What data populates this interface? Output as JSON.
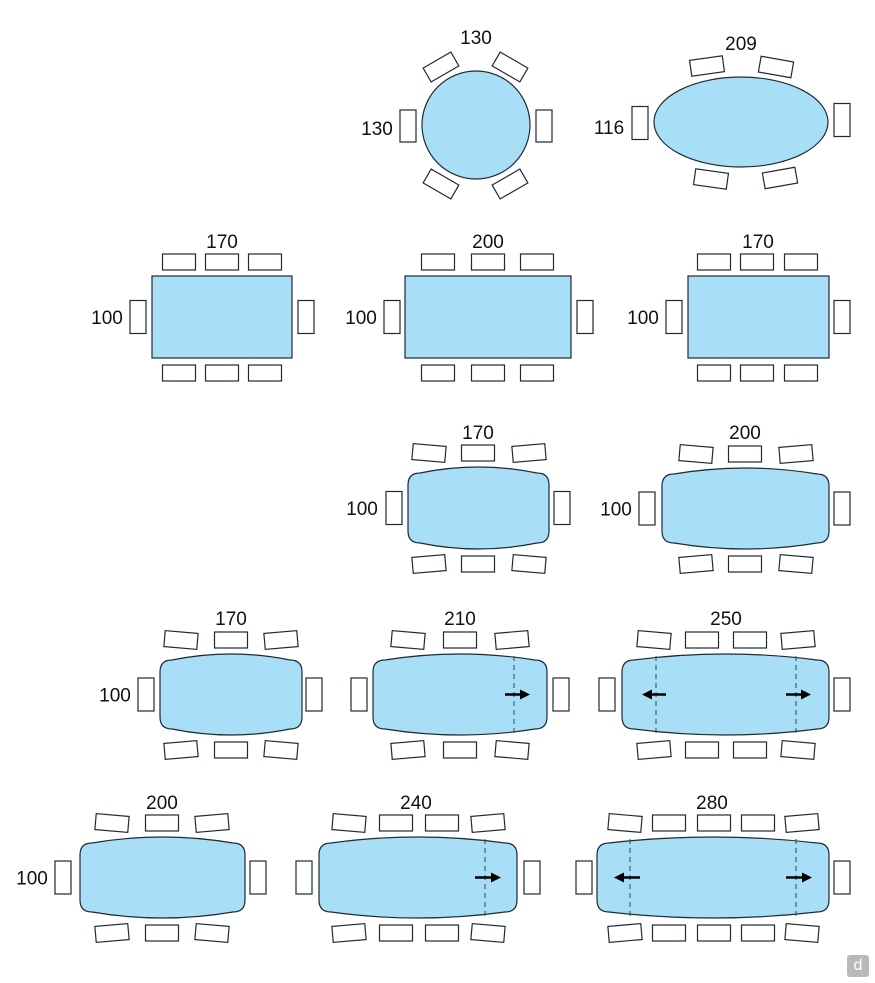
{
  "colors": {
    "table_fill": "#a9def7",
    "stroke": "#1f2a33",
    "chair_fill": "#ffffff"
  },
  "tables": [
    {
      "name": "round-table-130",
      "width_label": "130",
      "depth_label": "130"
    },
    {
      "name": "oval-table-209",
      "width_label": "209",
      "depth_label": "116"
    },
    {
      "name": "rect-table-170-a",
      "width_label": "170",
      "depth_label": "100"
    },
    {
      "name": "rect-table-200",
      "width_label": "200",
      "depth_label": "100"
    },
    {
      "name": "rect-table-170-b",
      "width_label": "170",
      "depth_label": "100"
    },
    {
      "name": "barrel-table-170",
      "width_label": "170",
      "depth_label": "100"
    },
    {
      "name": "barrel-table-200",
      "width_label": "200",
      "depth_label": "100"
    },
    {
      "name": "barrel-table-170-b",
      "width_label": "170",
      "depth_label": "100"
    },
    {
      "name": "extending-table-210",
      "width_label": "210",
      "depth_label": ""
    },
    {
      "name": "extending-table-250",
      "width_label": "250",
      "depth_label": ""
    },
    {
      "name": "barrel-table-200-b",
      "width_label": "200",
      "depth_label": "100"
    },
    {
      "name": "extending-table-240",
      "width_label": "240",
      "depth_label": ""
    },
    {
      "name": "extending-table-280",
      "width_label": "280",
      "depth_label": ""
    }
  ],
  "logo": {
    "glyph": "d"
  }
}
